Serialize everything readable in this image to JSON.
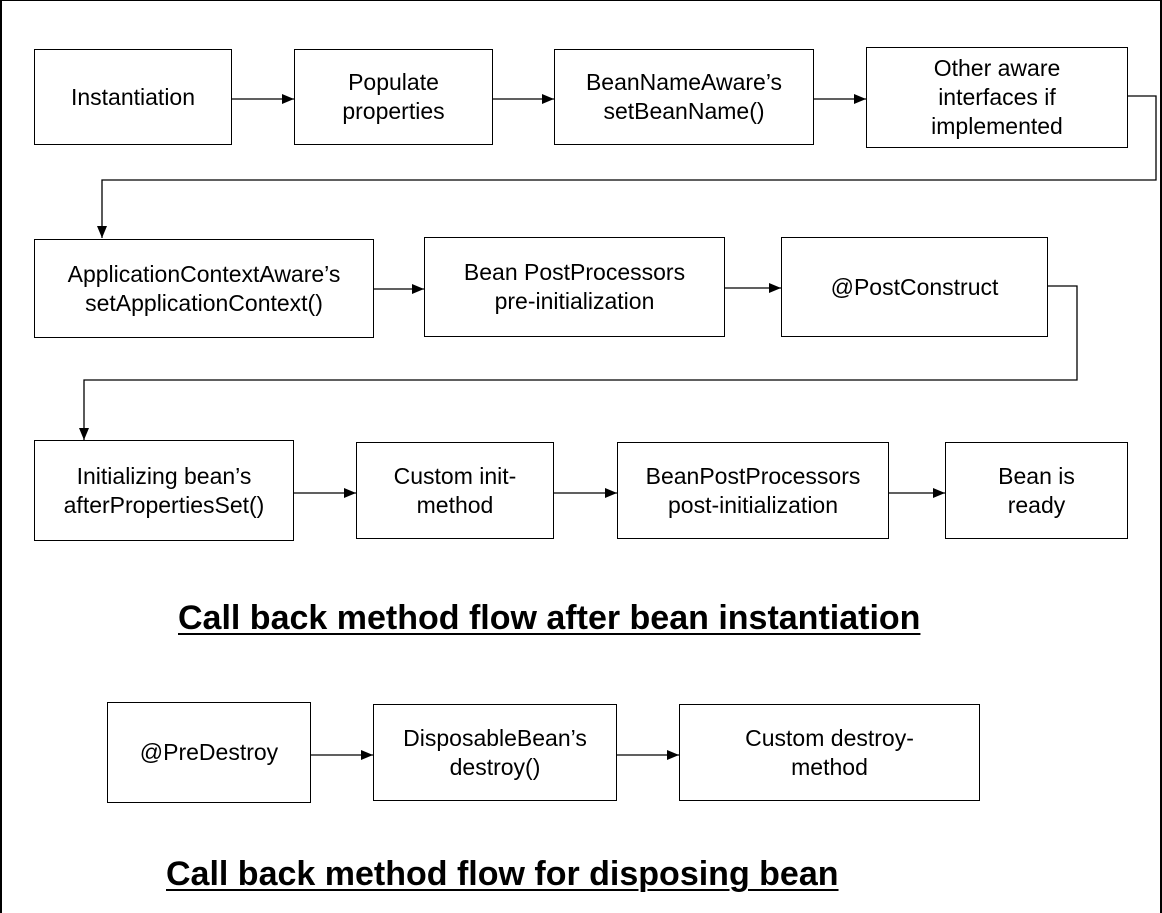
{
  "instantiation_flow": {
    "row1": [
      {
        "label": "Instantiation"
      },
      {
        "label": "Populate\nproperties"
      },
      {
        "label": "BeanNameAware’s\nsetBeanName()"
      },
      {
        "label": "Other aware\ninterfaces if\nimplemented"
      }
    ],
    "row2": [
      {
        "label": "ApplicationContextAware’s\nsetApplicationContext()"
      },
      {
        "label": "Bean PostProcessors\npre-initialization"
      },
      {
        "label": "@PostConstruct"
      }
    ],
    "row3": [
      {
        "label": "Initializing bean’s\nafterPropertiesSet()"
      },
      {
        "label": "Custom init-\nmethod"
      },
      {
        "label": "BeanPostProcessors\npost-initialization"
      },
      {
        "label": "Bean is\nready"
      }
    ],
    "caption": "Call back method flow after bean instantiation"
  },
  "disposal_flow": {
    "steps": [
      {
        "label": "@PreDestroy"
      },
      {
        "label": "DisposableBean’s\ndestroy()"
      },
      {
        "label": "Custom destroy-\nmethod"
      }
    ],
    "caption": "Call back method flow for disposing bean"
  }
}
